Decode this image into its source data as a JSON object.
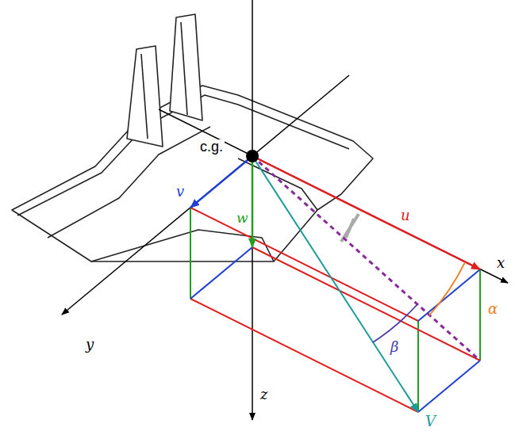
{
  "diagram": {
    "labels": [
      "c.g.",
      "u",
      "x",
      "α",
      "v",
      "w",
      "y",
      "z",
      "V",
      "β"
    ]
  }
}
